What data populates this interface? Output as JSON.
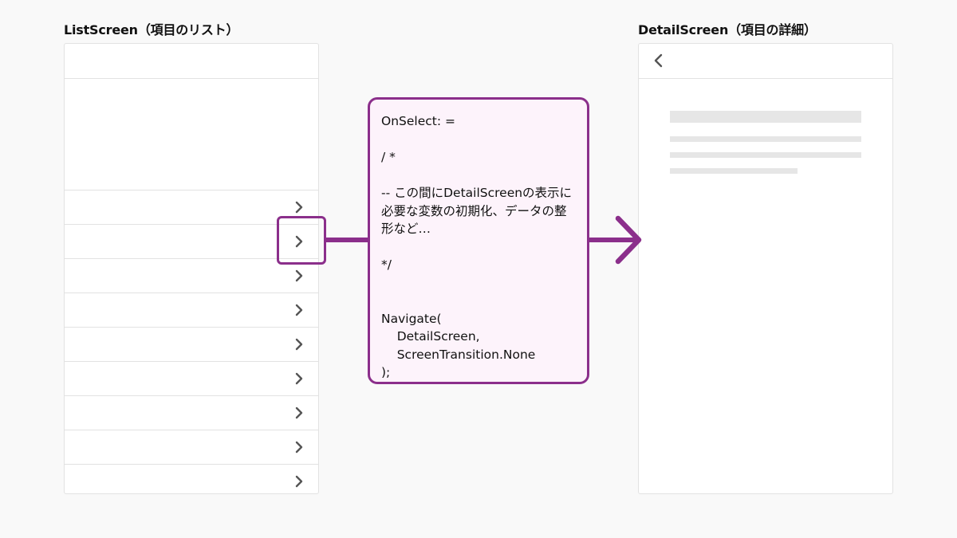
{
  "list_screen": {
    "title": "ListScreen（項目のリスト）",
    "row_count": 9,
    "selected_row": 2
  },
  "detail_screen": {
    "title": "DetailScreen（項目の詳細）"
  },
  "code": {
    "lines": [
      "OnSelect: =",
      "",
      "/ *",
      "",
      "-- この間にDetailScreenの表示に必要な変数の初期化、データの整形など…",
      "",
      "*/",
      "",
      "",
      "Navigate(",
      "    DetailScreen,",
      "    ScreenTransition.None",
      ");"
    ]
  },
  "colors": {
    "accent": "#8b2f8b",
    "code_bg": "#fdf3fb",
    "border": "#e2e2e2",
    "skeleton": "#e6e6e6",
    "chevron": "#555555"
  },
  "icons": {
    "row_chevron": "chevron-right-icon",
    "back": "chevron-left-icon",
    "arrow": "arrow-right-icon"
  }
}
